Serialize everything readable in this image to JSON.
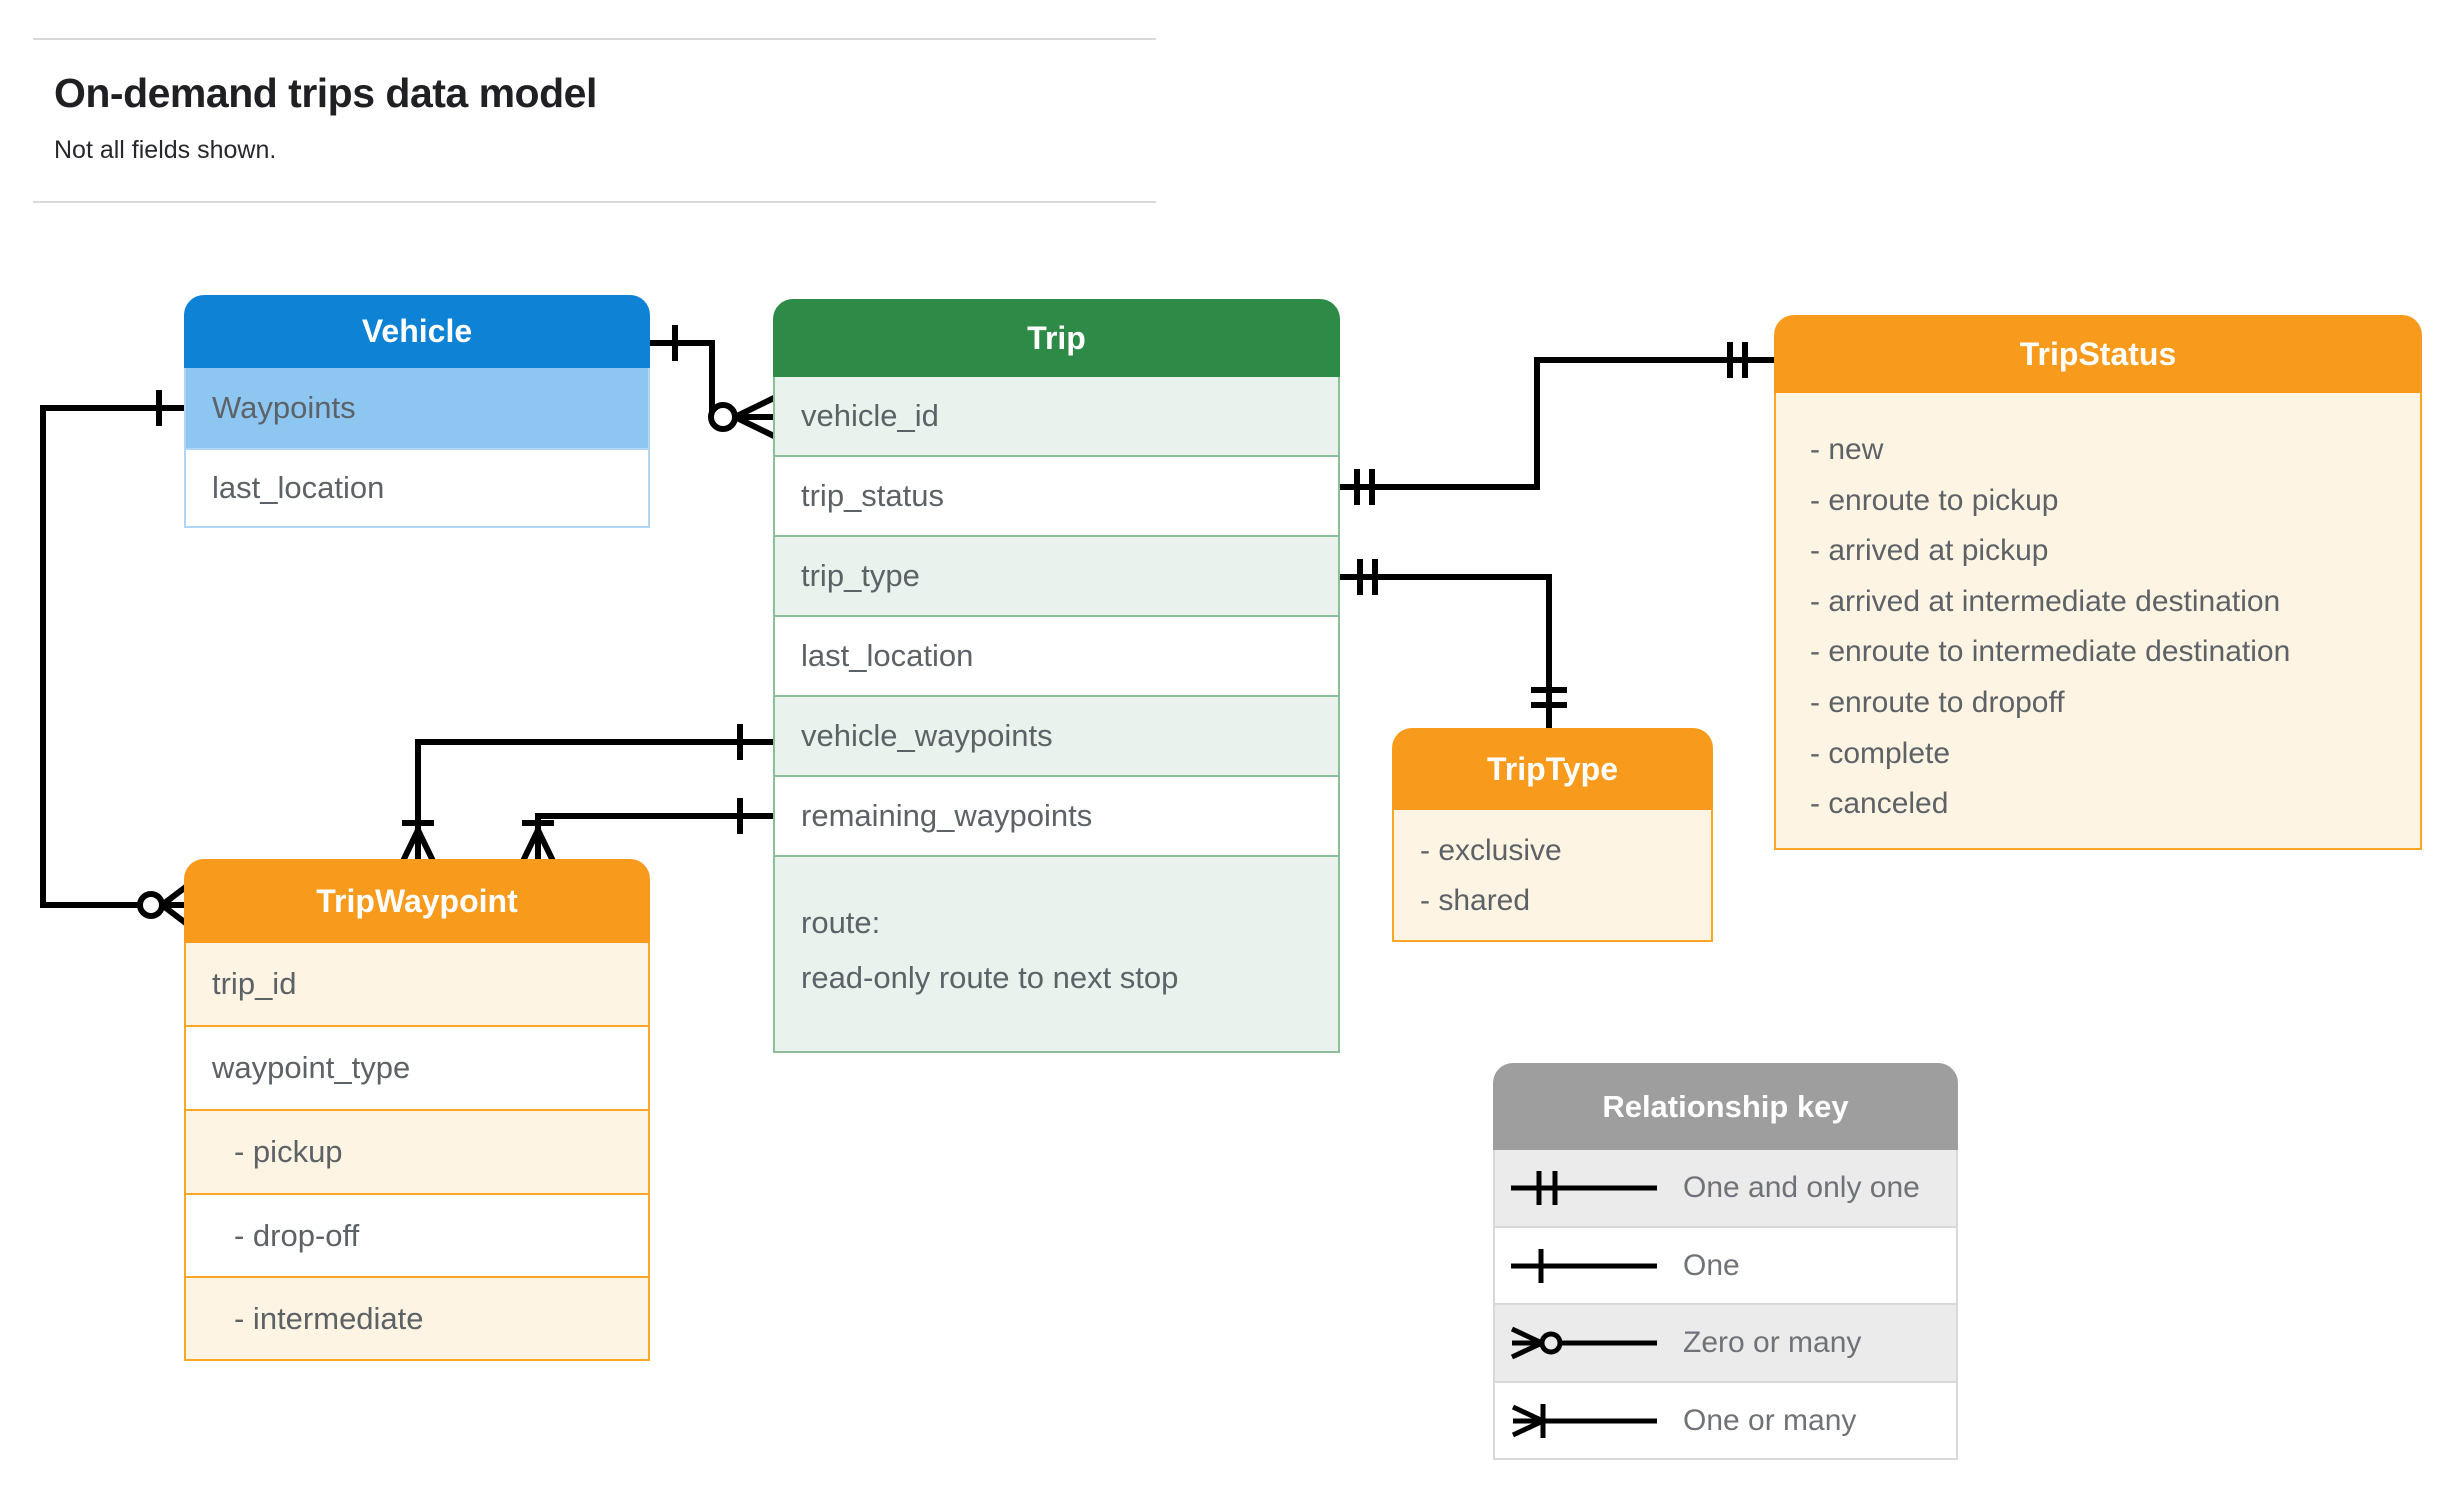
{
  "page": {
    "title": "On-demand trips data model",
    "subtitle": "Not all fields shown."
  },
  "entities": {
    "vehicle": {
      "title": "Vehicle",
      "fields": [
        "Waypoints",
        "last_location"
      ]
    },
    "trip": {
      "title": "Trip",
      "fields": [
        "vehicle_id",
        "trip_status",
        "trip_type",
        "last_location",
        "vehicle_waypoints",
        "remaining_waypoints"
      ],
      "route": {
        "line1": "route:",
        "line2": "read-only route to next stop"
      }
    },
    "trip_status": {
      "title": "TripStatus",
      "values": [
        "- new",
        "- enroute to pickup",
        "- arrived at pickup",
        "- arrived at intermediate destination",
        "- enroute to intermediate destination",
        "- enroute to dropoff",
        "- complete",
        "- canceled"
      ]
    },
    "trip_type": {
      "title": "TripType",
      "values": [
        "- exclusive",
        "- shared"
      ]
    },
    "trip_waypoint": {
      "title": "TripWaypoint",
      "fields": [
        "trip_id",
        "waypoint_type"
      ],
      "enum_values": [
        "- pickup",
        "- drop-off",
        "- intermediate"
      ]
    }
  },
  "relationship_key": {
    "title": "Relationship key",
    "rows": [
      {
        "symbol": "one-and-only-one",
        "label": "One and only one"
      },
      {
        "symbol": "one",
        "label": "One"
      },
      {
        "symbol": "zero-or-many",
        "label": "Zero or many"
      },
      {
        "symbol": "one-or-many",
        "label": "One or many"
      }
    ]
  },
  "edges": [
    {
      "id": "vehicle-trip",
      "from": "Vehicle",
      "to": "Trip.vehicle_id",
      "from_cardinality": "one",
      "to_cardinality": "zero-or-many"
    },
    {
      "id": "vehicle-waypoints-tripwaypoint",
      "from": "Vehicle.Waypoints",
      "to": "TripWaypoint",
      "from_cardinality": "one",
      "to_cardinality": "zero-or-many"
    },
    {
      "id": "trip-status-tripstatus",
      "from": "Trip.trip_status",
      "to": "TripStatus",
      "from_cardinality": "one-and-only-one",
      "to_cardinality": "one-and-only-one"
    },
    {
      "id": "trip-type-triptype",
      "from": "Trip.trip_type",
      "to": "TripType",
      "from_cardinality": "one-and-only-one",
      "to_cardinality": "one-and-only-one"
    },
    {
      "id": "trip-vehicle-waypoints-tripwaypoint",
      "from": "Trip.vehicle_waypoints",
      "to": "TripWaypoint",
      "from_cardinality": "one",
      "to_cardinality": "one-or-many"
    },
    {
      "id": "trip-remaining-waypoints-tripwaypoint",
      "from": "Trip.remaining_waypoints",
      "to": "TripWaypoint",
      "from_cardinality": "one",
      "to_cardinality": "one-or-many"
    }
  ],
  "colors": {
    "vehicle_header": "#0e82d4",
    "vehicle_highlight_row": "#8dc6f1",
    "trip_header": "#2e8b47",
    "trip_alt_row": "#e9f2ec",
    "orange_header": "#f89b1d",
    "orange_body": "#fdf4e3",
    "key_header": "#9e9e9e",
    "key_alt_row": "#ebebeb",
    "connector": "#000000",
    "field_text": "#5d6267"
  }
}
